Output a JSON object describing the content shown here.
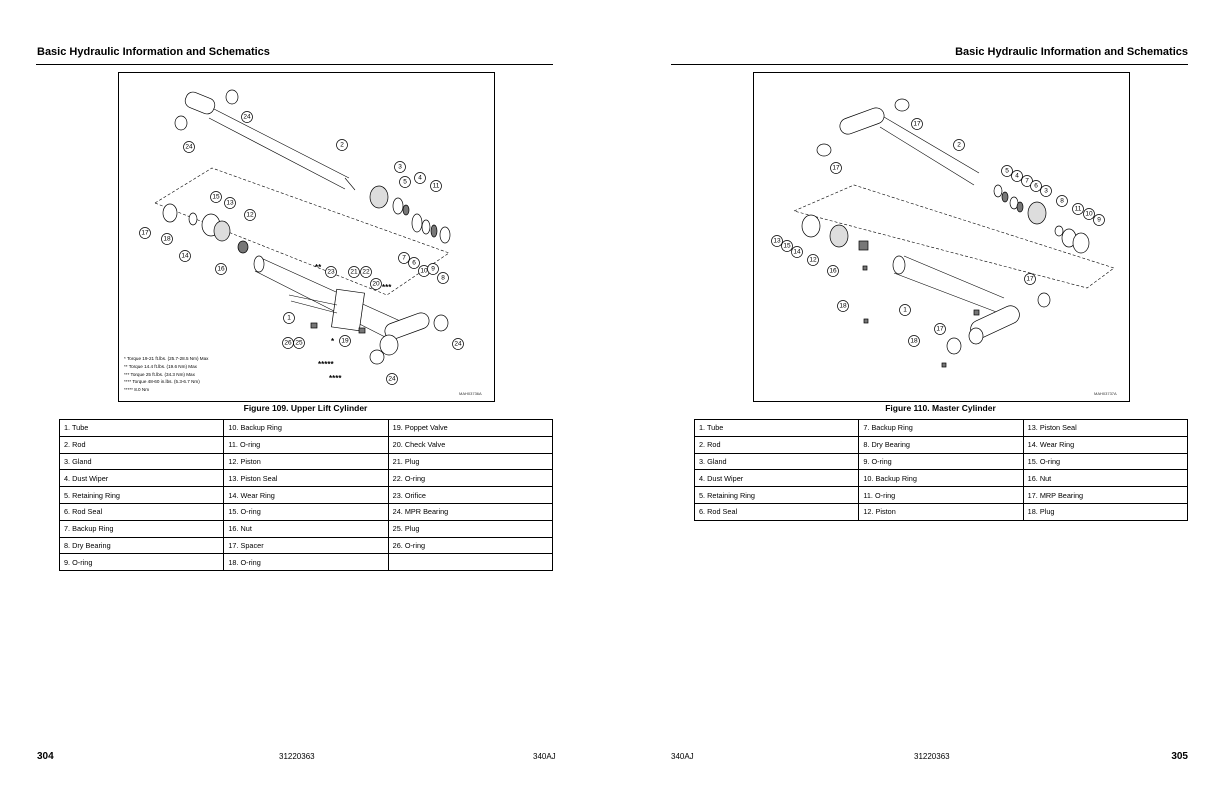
{
  "left_page": {
    "header": "Basic Hydraulic Information and Schematics",
    "figure_code": "MAH03736A",
    "notes": [
      "* Torque 19-21 ft.lbs. (25.7-28.5 Nm) Max",
      "** Torque 14.4 ft.lbs. (19.6 Nm) Max",
      "*** Torque 25 ft.lbs. (34.3 Nm) Max",
      "**** Torque 48-60 in.lbs. (5.3-6.7 Nm)",
      "***** 8.0 Nm"
    ],
    "caption": "Figure 109. Upper Lift Cylinder",
    "parts": [
      [
        "1. Tube",
        "10. Backup Ring",
        "19. Poppet Valve"
      ],
      [
        "2. Rod",
        "11. O-ring",
        "20. Check Valve"
      ],
      [
        "3. Gland",
        "12. Piston",
        "21. Plug"
      ],
      [
        "4. Dust Wiper",
        "13. Piston Seal",
        "22. O-ring"
      ],
      [
        "5. Retaining Ring",
        "14. Wear Ring",
        "23. Orifice"
      ],
      [
        "6. Rod Seal",
        "15. O-ring",
        "24. MPR Bearing"
      ],
      [
        "7. Backup Ring",
        "16. Nut",
        "25. Plug"
      ],
      [
        "8. Dry Bearing",
        "17. Spacer",
        "26. O-ring"
      ],
      [
        "9. O-ring",
        "18. O-ring",
        ""
      ]
    ],
    "footer": {
      "page_number": "304",
      "doc_number": "31220363",
      "model": "340AJ"
    }
  },
  "right_page": {
    "header": "Basic Hydraulic Information and Schematics",
    "figure_code": "MAH03737A",
    "caption": "Figure 110. Master Cylinder",
    "parts": [
      [
        "1. Tube",
        "7. Backup Ring",
        "13. Piston Seal"
      ],
      [
        "2. Rod",
        "8. Dry Bearing",
        "14. Wear Ring"
      ],
      [
        "3. Gland",
        "9. O-ring",
        "15. O-ring"
      ],
      [
        "4. Dust Wiper",
        "10. Backup Ring",
        "16. Nut"
      ],
      [
        "5. Retaining Ring",
        "11. O-ring",
        "17. MRP Bearing"
      ],
      [
        "6. Rod Seal",
        "12. Piston",
        "18. Plug"
      ]
    ],
    "footer": {
      "model": "340AJ",
      "doc_number": "31220363",
      "page_number": "305"
    }
  },
  "figure_109_callouts": [
    "24",
    "24",
    "2",
    "3",
    "5",
    "4",
    "11",
    "15",
    "13",
    "12",
    "17",
    "18",
    "14",
    "16",
    "7",
    "6",
    "10",
    "8",
    "9",
    "23",
    "21",
    "22",
    "20",
    "1",
    "26",
    "25",
    "19",
    "24",
    "24"
  ],
  "figure_109_stars": [
    "**",
    "***",
    "*",
    "*****",
    "****"
  ],
  "figure_110_callouts": [
    "17",
    "17",
    "2",
    "5",
    "4",
    "7",
    "6",
    "3",
    "8",
    "11",
    "10",
    "9",
    "13",
    "15",
    "14",
    "12",
    "16",
    "17",
    "1",
    "17",
    "18",
    "18"
  ]
}
